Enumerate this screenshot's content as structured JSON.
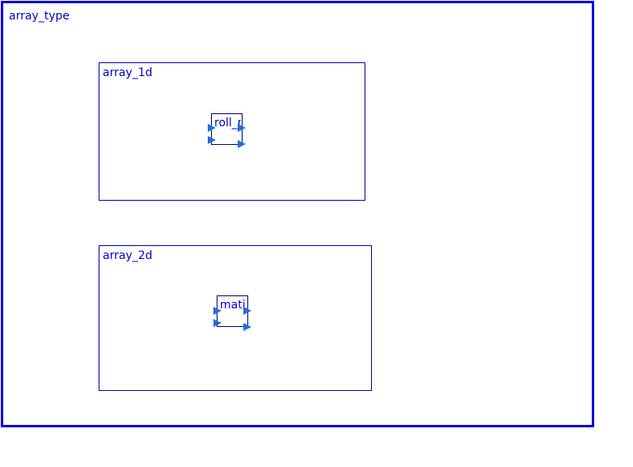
{
  "diagram": {
    "outer": {
      "title": "array_type",
      "color": "#0000e6"
    },
    "subsystems": [
      {
        "title": "array_1d",
        "block_label": "roll_no"
      },
      {
        "title": "array_2d",
        "block_label": "matix"
      }
    ],
    "port_color": "#1e6fd9"
  }
}
